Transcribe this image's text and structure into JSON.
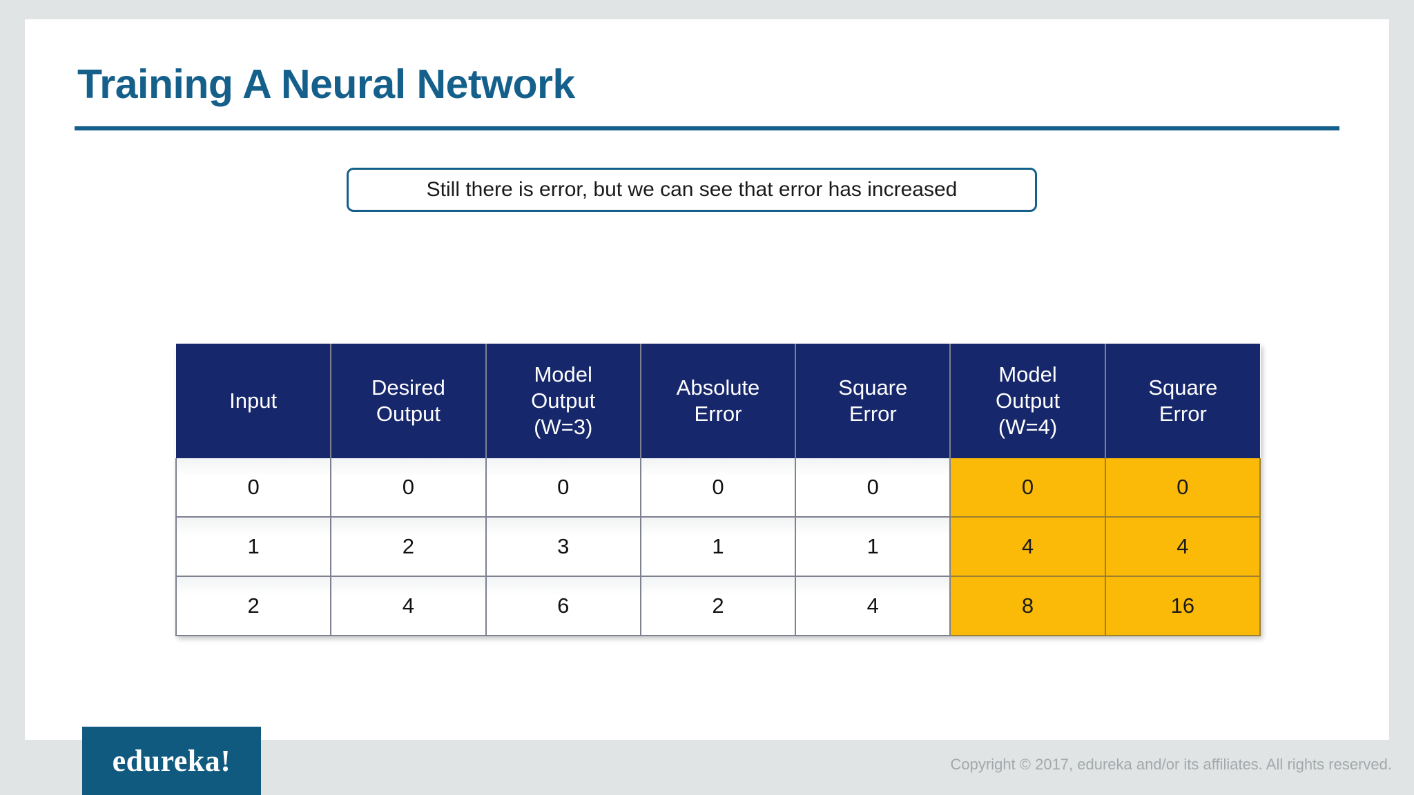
{
  "slide": {
    "title": "Training A Neural Network",
    "callout": "Still there is error, but we can see that error has increased"
  },
  "colors": {
    "title_blue": "#15608B",
    "table_header_navy": "#17276B",
    "highlight_amber": "#FBBA07",
    "logo_teal": "#105A80",
    "page_gray": "#E1E4E4",
    "copyright_gray": "#A3A8AB"
  },
  "table": {
    "headers": [
      {
        "line1": "Input",
        "line2": "",
        "line3": ""
      },
      {
        "line1": "Desired",
        "line2": "Output",
        "line3": ""
      },
      {
        "line1": "Model",
        "line2": "Output",
        "line3": "(W=3)"
      },
      {
        "line1": "Absolute",
        "line2": "Error",
        "line3": ""
      },
      {
        "line1": "Square",
        "line2": "Error",
        "line3": ""
      },
      {
        "line1": "Model",
        "line2": "Output",
        "line3": "(W=4)"
      },
      {
        "line1": "Square",
        "line2": "Error",
        "line3": ""
      }
    ],
    "rows": [
      {
        "input": "0",
        "desired_output": "0",
        "model_output_w3": "0",
        "absolute_error": "0",
        "square_error_w3": "0",
        "model_output_w4": "0",
        "square_error_w4": "0"
      },
      {
        "input": "1",
        "desired_output": "2",
        "model_output_w3": "3",
        "absolute_error": "1",
        "square_error_w3": "1",
        "model_output_w4": "4",
        "square_error_w4": "4"
      },
      {
        "input": "2",
        "desired_output": "4",
        "model_output_w3": "6",
        "absolute_error": "2",
        "square_error_w3": "4",
        "model_output_w4": "8",
        "square_error_w4": "16"
      }
    ],
    "highlighted_columns": [
      5,
      6
    ]
  },
  "footer": {
    "logo_text": "edureka!",
    "copyright": "Copyright © 2017, edureka and/or its affiliates. All rights reserved."
  }
}
